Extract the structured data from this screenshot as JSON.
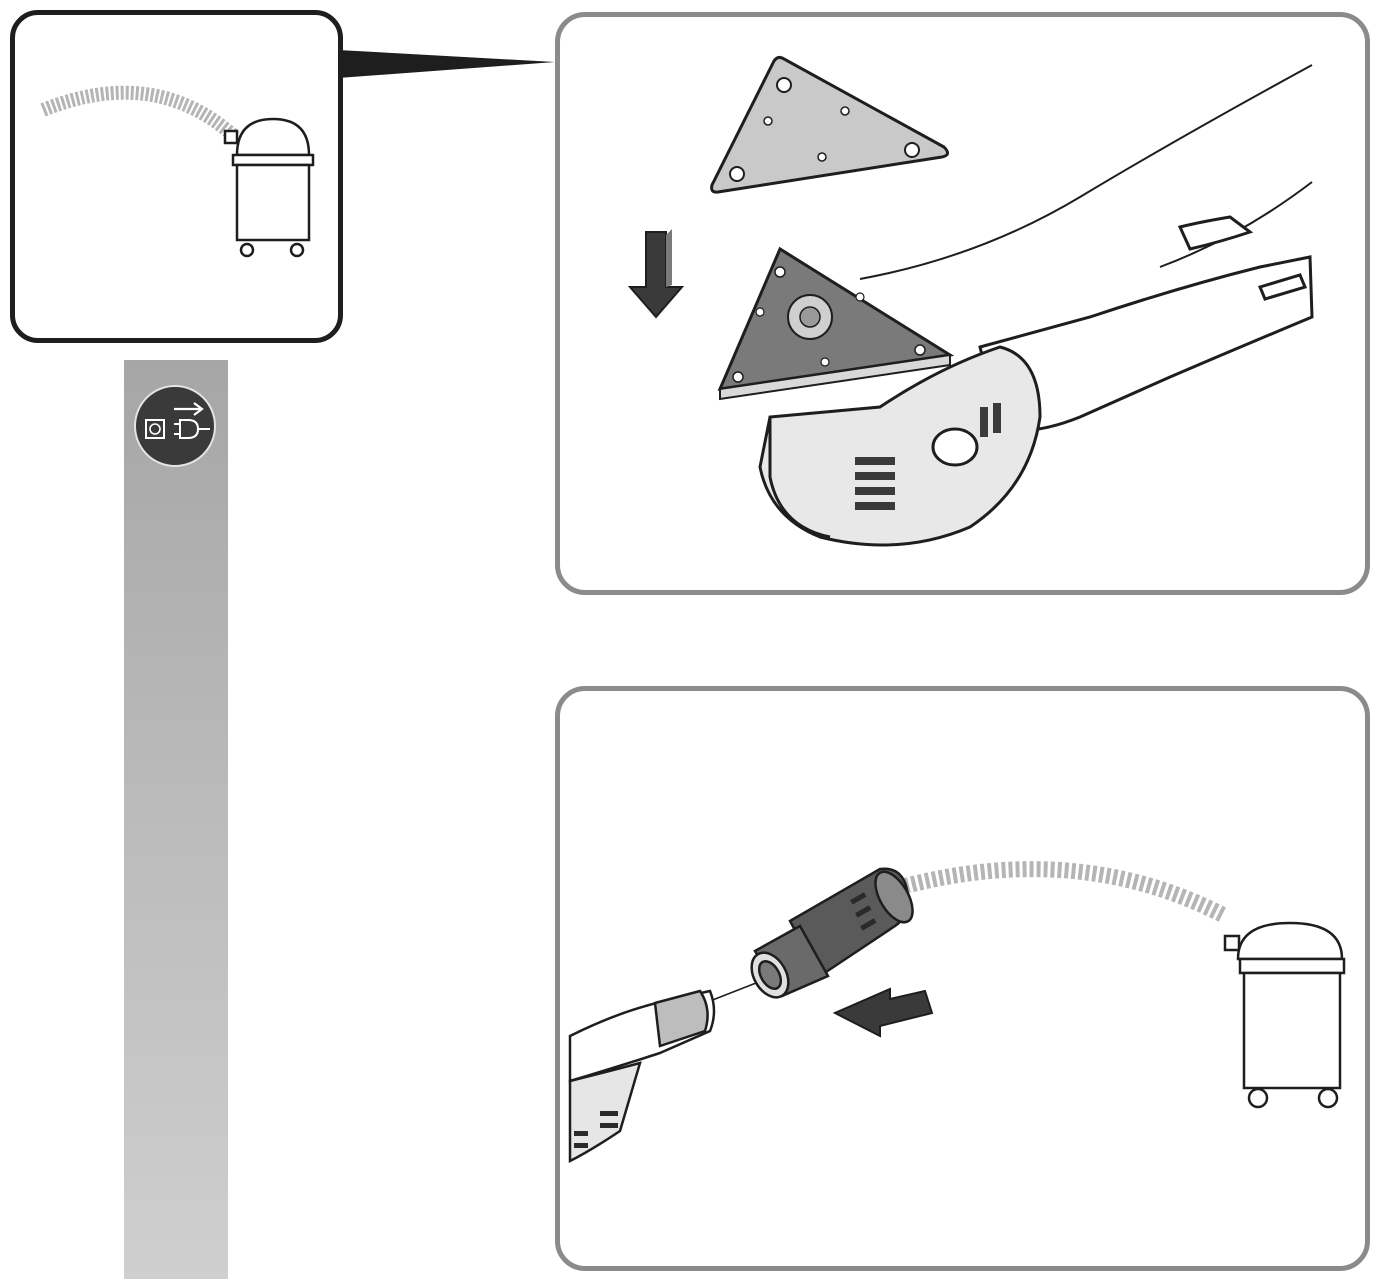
{
  "figure": {
    "panels": [
      {
        "id": "zoom",
        "contents": [
          "extractor-icon",
          "hose-icon"
        ]
      },
      {
        "id": "sander-pad",
        "contents": [
          "sanding-sheet-icon",
          "down-arrow-icon",
          "multitool-icon",
          "sanding-pad-icon"
        ]
      },
      {
        "id": "extractor-connection",
        "contents": [
          "hose-adapter-icon",
          "left-arrow-icon",
          "multitool-icon",
          "hose-icon",
          "extractor-icon"
        ]
      }
    ],
    "side_bar": {
      "icon": "unplug-power-icon"
    },
    "colors": {
      "zoom_border": "#1e1e1e",
      "panel_border": "#8b8b8b",
      "side_bar": "#b3b3b3",
      "badge": "#3a3a3a",
      "hose": "#b5b5b5",
      "sheet": "#c9c9c9"
    }
  }
}
